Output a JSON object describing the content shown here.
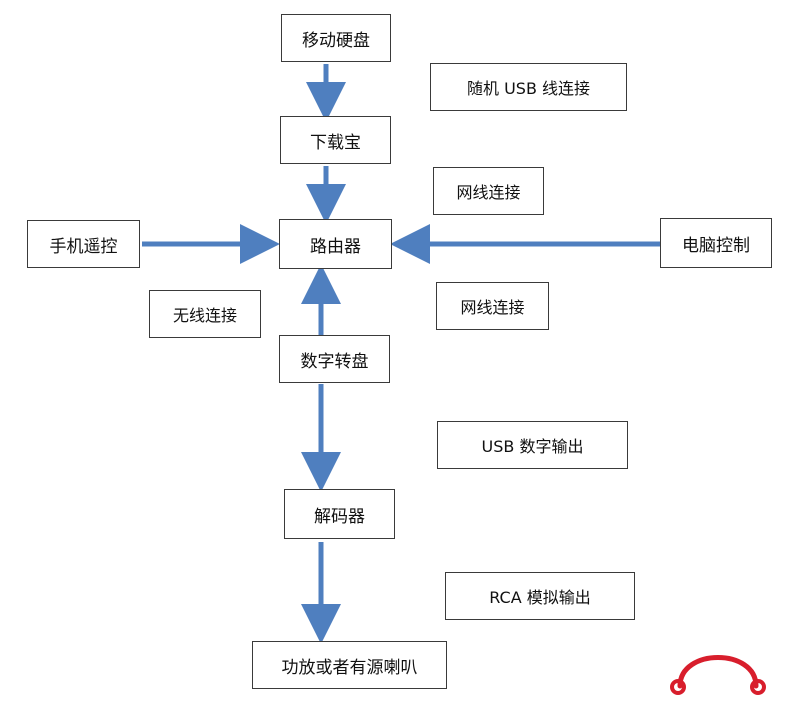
{
  "nodes": {
    "portable_hdd": "移动硬盘",
    "downloader": "下载宝",
    "router": "路由器",
    "phone_remote": "手机遥控",
    "pc_control": "电脑控制",
    "digital_transport": "数字转盘",
    "decoder": "解码器",
    "amp_speakers": "功放或者有源喇叭"
  },
  "labels": {
    "usb_cable": "随机 USB 线连接",
    "ethernet_1": "网线连接",
    "wireless": "无线连接",
    "ethernet_2": "网线连接",
    "usb_digital_out": "USB 数字输出",
    "rca_analog_out": "RCA 模拟输出"
  },
  "colors": {
    "arrow": "#4f7fbf",
    "arrow_edge": "#2f5f9a",
    "border": "#3a3a3a",
    "logo": "#d81e2c"
  },
  "icons": {
    "logo": "headphones-logo"
  }
}
